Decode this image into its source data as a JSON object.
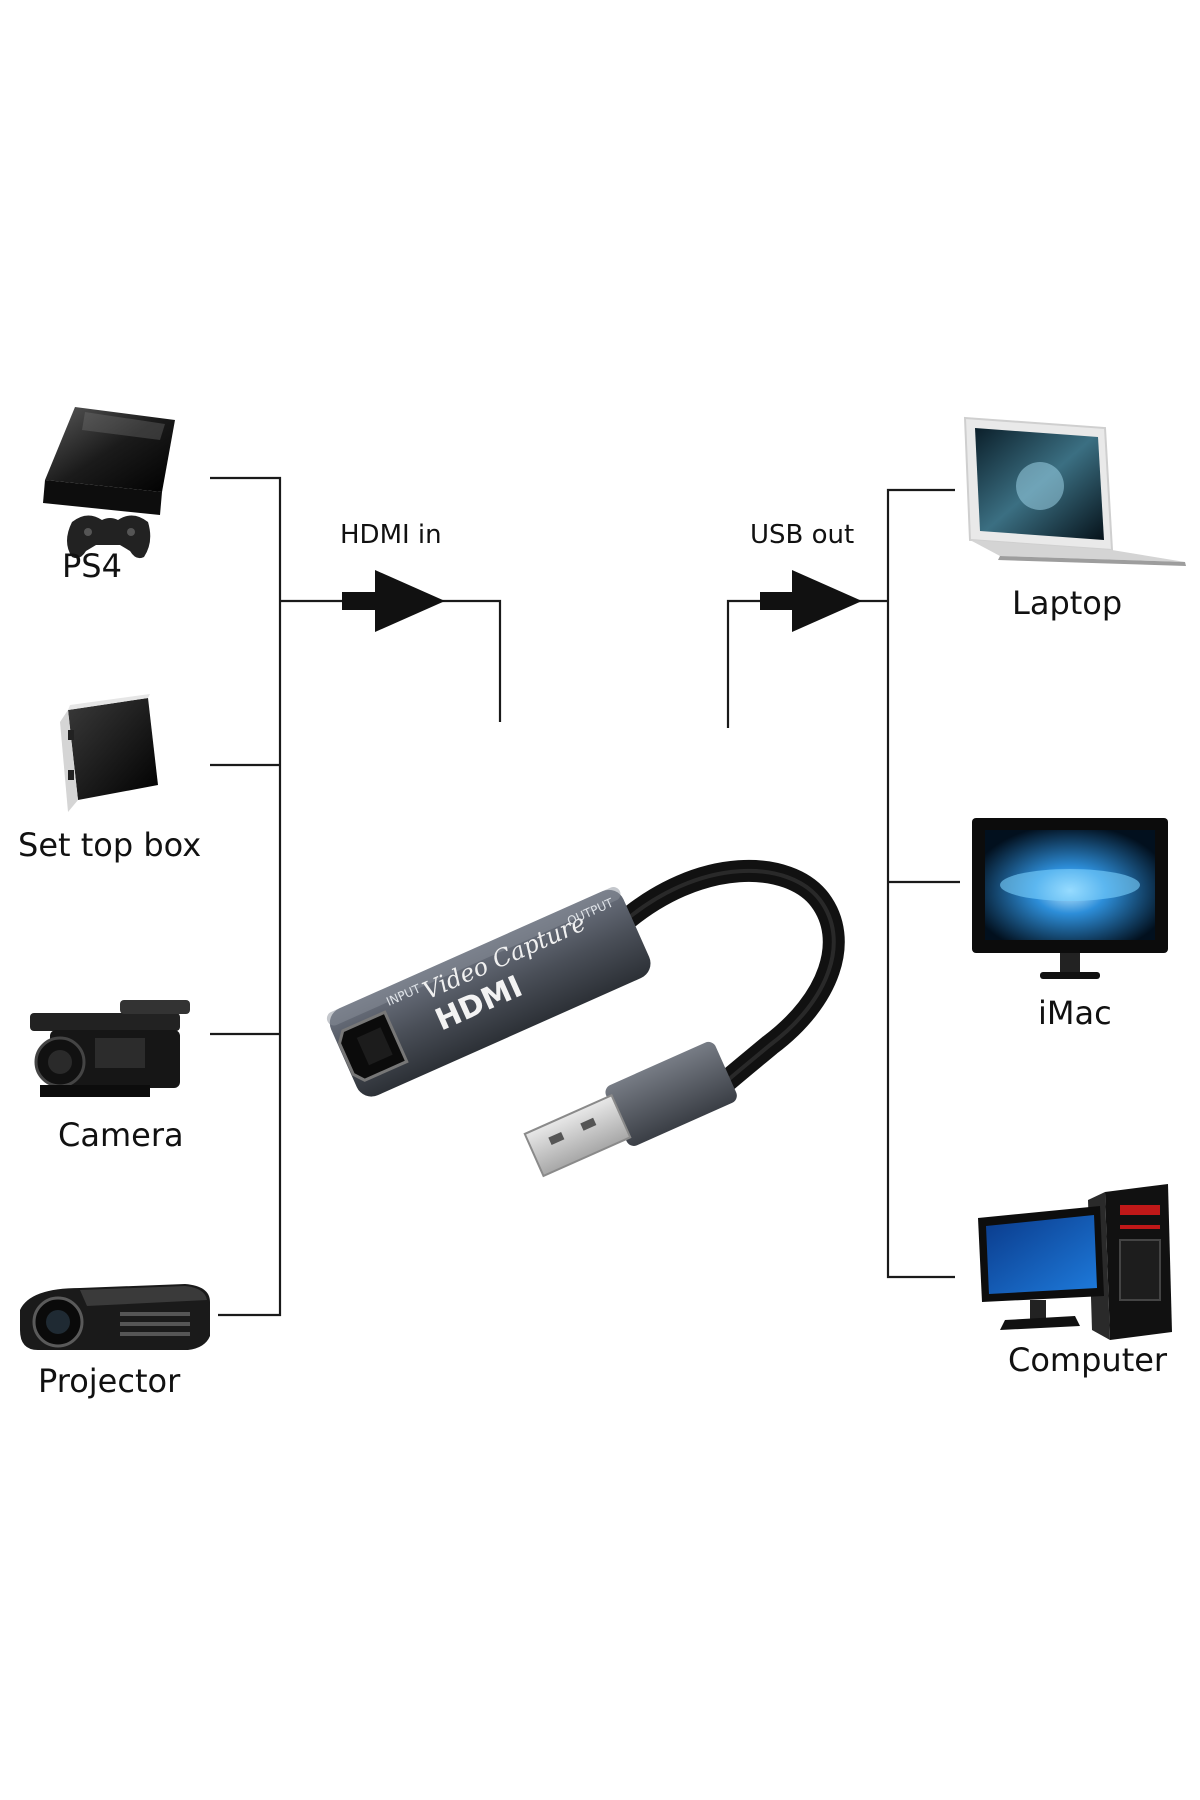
{
  "flows": {
    "input_label": "HDMI in",
    "output_label": "USB out"
  },
  "sources": [
    {
      "label": "PS4",
      "icon": "ps4-console-icon"
    },
    {
      "label": "Set top box",
      "icon": "set-top-box-icon"
    },
    {
      "label": "Camera",
      "icon": "camcorder-icon"
    },
    {
      "label": "Projector",
      "icon": "projector-icon"
    }
  ],
  "targets": [
    {
      "label": "Laptop",
      "icon": "laptop-icon"
    },
    {
      "label": "iMac",
      "icon": "imac-icon"
    },
    {
      "label": "Computer",
      "icon": "desktop-computer-icon"
    }
  ],
  "device": {
    "name": "Video Capture",
    "brand": "HDMI",
    "port_in_label": "INPUT",
    "port_out_label": "OUTPUT",
    "icon": "hdmi-usb-capture-card-icon"
  },
  "colors": {
    "line": "#1a1a1a",
    "device_body": "#4a4f58",
    "cable": "#111111"
  }
}
